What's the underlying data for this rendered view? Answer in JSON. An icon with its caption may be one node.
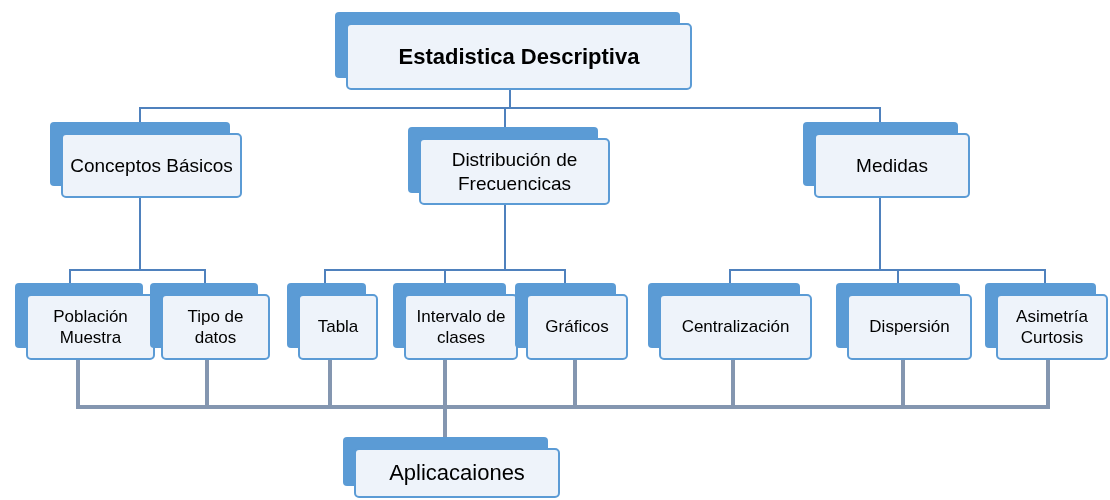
{
  "diagram": {
    "nodes": [
      {
        "text": [
          "Estadistica Descriptiva"
        ]
      },
      {
        "text": [
          "Conceptos Básicos"
        ]
      },
      {
        "text": [
          "Distribución de Frecuencicas"
        ]
      },
      {
        "text": [
          "Medidas"
        ]
      },
      {
        "text": [
          "Población Muestra"
        ]
      },
      {
        "text": [
          "Tipo de datos"
        ]
      },
      {
        "text": [
          "Tabla"
        ]
      },
      {
        "text": [
          "Intervalo de clases"
        ]
      },
      {
        "text": [
          "Gráficos"
        ]
      },
      {
        "text": [
          "Centralización"
        ]
      },
      {
        "text": [
          "Dispersión"
        ]
      },
      {
        "text": [
          "Asimetría Curtosis"
        ]
      },
      {
        "text": [
          "Aplicacaiones"
        ]
      }
    ],
    "edges": [
      {
        "from": 0,
        "to": 1,
        "arrow": "none"
      },
      {
        "from": 0,
        "to": 2,
        "arrow": "none"
      },
      {
        "from": 0,
        "to": 3,
        "arrow": "none"
      },
      {
        "from": 1,
        "to": 4,
        "arrow": "none"
      },
      {
        "from": 1,
        "to": 5,
        "arrow": "none"
      },
      {
        "from": 2,
        "to": 6,
        "arrow": "none"
      },
      {
        "from": 2,
        "to": 7,
        "arrow": "none"
      },
      {
        "from": 2,
        "to": 8,
        "arrow": "none"
      },
      {
        "from": 3,
        "to": 9,
        "arrow": "none"
      },
      {
        "from": 3,
        "to": 10,
        "arrow": "none"
      },
      {
        "from": 3,
        "to": 11,
        "arrow": "none"
      },
      {
        "from": 4,
        "to": 12,
        "arrow": "none",
        "style": "thick",
        "color": "#8496b0"
      },
      {
        "from": 5,
        "to": 12,
        "arrow": "none",
        "style": "thick",
        "color": "#8496b0"
      },
      {
        "from": 6,
        "to": 12,
        "arrow": "none",
        "style": "thick",
        "color": "#8496b0"
      },
      {
        "from": 7,
        "to": 12,
        "arrow": "none",
        "style": "thick",
        "color": "#8496b0"
      },
      {
        "from": 8,
        "to": 12,
        "arrow": "none",
        "style": "thick",
        "color": "#8496b0"
      },
      {
        "from": 9,
        "to": 12,
        "arrow": "none",
        "style": "thick",
        "color": "#8496b0"
      },
      {
        "from": 10,
        "to": 12,
        "arrow": "none",
        "style": "thick",
        "color": "#8496b0"
      },
      {
        "from": 11,
        "to": 12,
        "arrow": "none",
        "style": "thick",
        "color": "#8496b0"
      }
    ]
  }
}
